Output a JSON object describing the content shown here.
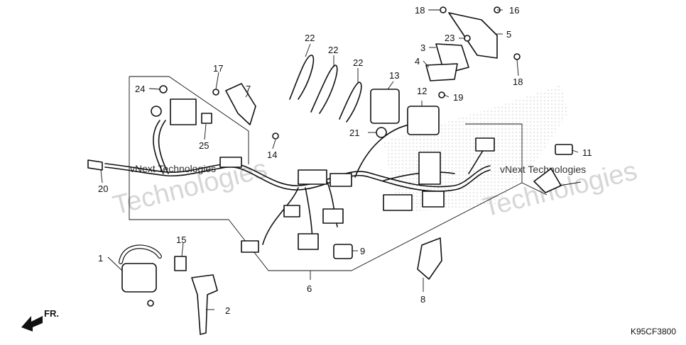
{
  "diagram": {
    "code": "K95CF3800",
    "front_label": "FR.",
    "watermarks": [
      {
        "line1": "vNext Technologies",
        "line2": "Technologies"
      },
      {
        "line1": "vNext Technologies",
        "line2": "Technologies"
      }
    ],
    "callouts": [
      "1",
      "2",
      "3",
      "4",
      "5",
      "6",
      "7",
      "8",
      "9",
      "11",
      "12",
      "13",
      "14",
      "15",
      "16",
      "17",
      "18",
      "18",
      "19",
      "20",
      "21",
      "22",
      "22",
      "22",
      "23",
      "24",
      "25"
    ]
  }
}
